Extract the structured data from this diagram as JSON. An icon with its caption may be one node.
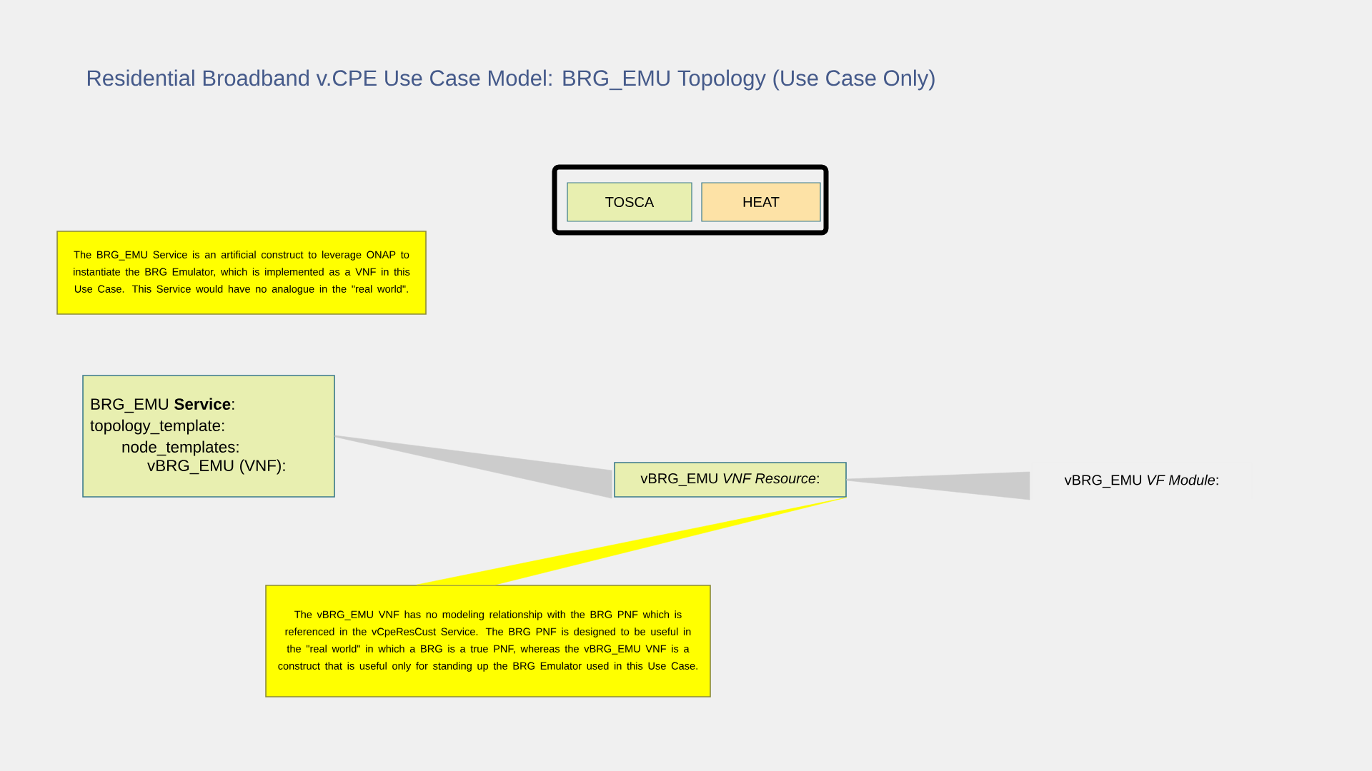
{
  "diagram": {
    "title": "Residential Broadband v.CPE Use Case Model: BRG_EMU Topology (Use Case Only)",
    "nodes": [
      {
        "text": [],
        "shape": "box"
      },
      {
        "text": [
          "TOSCA"
        ],
        "in": 0
      },
      {
        "text": [
          "HEAT"
        ],
        "in": 0
      },
      {
        "text": [
          "The BRG_EMU Service is an artificial construct to leverage ONAP to instantiate the BRG Emulator, which is implemented as a VNF in this Use Case.  This Service would have no analogue in the \"real world\"."
        ]
      },
      {
        "text": [
          "BRG_EMU **Service**:",
          "topology_template:",
          "node_templates:",
          "vBRG_EMU (VNF):"
        ]
      },
      {
        "text": [
          "vBRG_EMU *VNF Resource*:"
        ]
      },
      {
        "text": [
          "vBRG_EMU *VF Module*:"
        ]
      },
      {
        "text": [
          "The vBRG_EMU VNF has no modeling relationship with the BRG PNF which is referenced in the vCpeResCust Service.  The BRG PNF is designed to be useful in the \"real world\" in which a BRG is a true PNF, whereas the vBRG_EMU VNF is a construct that is useful only for standing up the BRG Emulator used in this Use Case."
        ]
      }
    ],
    "edges": [
      {
        "from": 4,
        "to": 5,
        "arrow": "none",
        "color": "#cccccc"
      },
      {
        "from": 5,
        "to": 6,
        "arrow": "none",
        "color": "#cccccc"
      },
      {
        "from": 7,
        "to": 5,
        "arrow": "none",
        "color": "#ffff00"
      }
    ]
  }
}
